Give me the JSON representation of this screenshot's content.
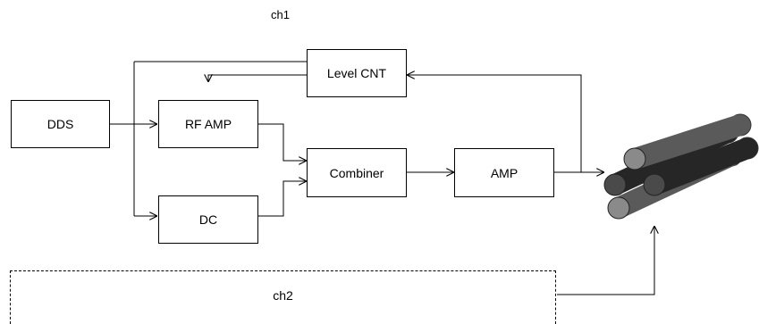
{
  "labels": {
    "ch1": "ch1",
    "ch2": "ch2"
  },
  "blocks": {
    "dds": "DDS",
    "rf_amp": "RF AMP",
    "dc": "DC",
    "level_cnt": "Level CNT",
    "combiner": "Combiner",
    "amp": "AMP"
  },
  "colors": {
    "rod_light": "#5a5a5a",
    "rod_dark": "#262626",
    "rod_end_light": "#8a8a8a",
    "rod_end_dark": "#4a4a4a",
    "line": "#000000"
  },
  "icons": {
    "electrodes": "quadrupole-rods-icon"
  }
}
